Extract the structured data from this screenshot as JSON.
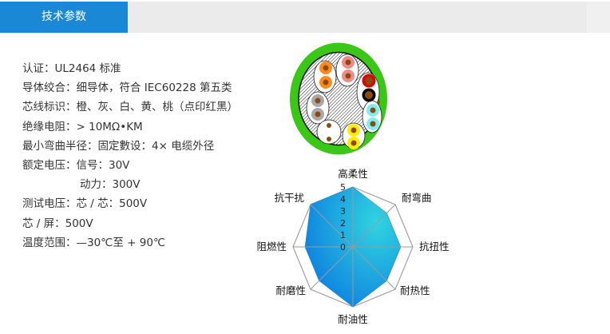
{
  "tabs": [
    {
      "label": "技术参数",
      "active": true
    }
  ],
  "colors": {
    "tab_active_bg": "#1a88d4",
    "tab_bar_bg": "#ebebeb",
    "radar_fill_start": "#0a78e0",
    "radar_fill_end": "#30d4e0",
    "cable_jacket": "#3ac718"
  },
  "specs": [
    {
      "text": "认证：UL2464 标准"
    },
    {
      "text": "导体绞合：细导体，符合 IEC60228 第五类"
    },
    {
      "text": "芯线标识：橙、灰、白、黄、桃（点印红黑）"
    },
    {
      "text": "绝缘电阻：> 10MΩ•KM"
    },
    {
      "text": "最小弯曲半径：固定數设：4× 电缆外径"
    },
    {
      "text": "额定电压：信号：30V"
    },
    {
      "text": "动力：300V",
      "indent": true
    },
    {
      "text": "测试电压：芯 / 芯：500V"
    },
    {
      "text": "芯 / 屏：500V"
    },
    {
      "text": "温度范围：—30℃至 + 90℃"
    }
  ],
  "cable_image": {
    "label": "cable cross-section",
    "core_colors": [
      "orange",
      "pink",
      "red",
      "black",
      "gray",
      "cyan",
      "white",
      "yellow"
    ]
  },
  "chart_data": {
    "type": "radar",
    "title": "",
    "axes": [
      "高柔性",
      "耐弯曲",
      "抗扭性",
      "耐热性",
      "耐油性",
      "耐磨性",
      "阻燃性",
      "抗干扰"
    ],
    "values": [
      5,
      4,
      4,
      4,
      5,
      4,
      4,
      5
    ],
    "scale_ticks": [
      "0",
      "1",
      "2",
      "3",
      "4",
      "5"
    ],
    "range": [
      0,
      5
    ],
    "grid": true
  }
}
